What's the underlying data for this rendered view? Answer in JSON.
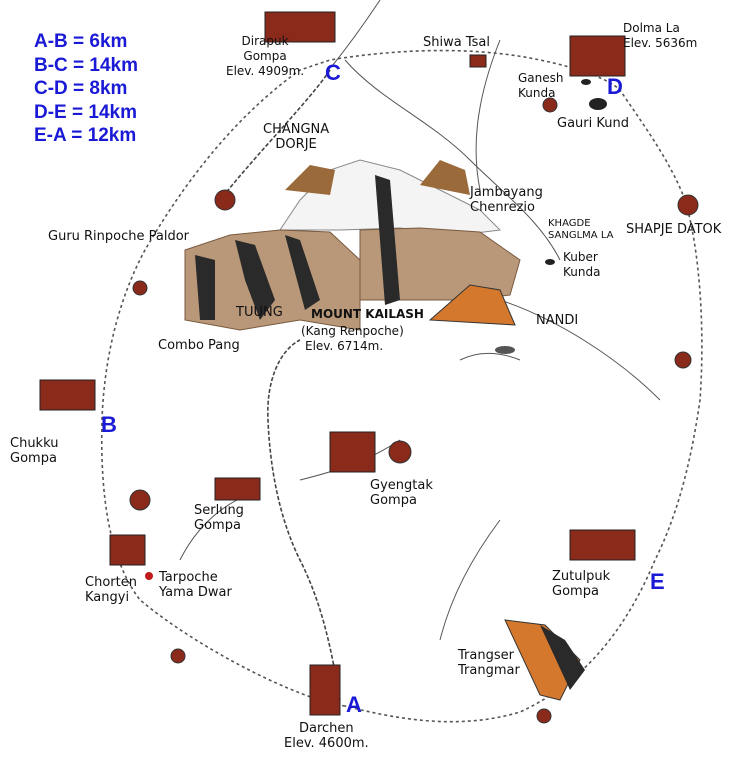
{
  "colors": {
    "accent": "#1a1ad6",
    "trail": "#555555",
    "road": "#444444",
    "mountain_dark": "#2a2a2a",
    "mountain_tan": "#b89878",
    "mountain_orange": "#d4782e",
    "monastery": "#8a2a1a"
  },
  "legend": [
    {
      "label": "A-B = 6km"
    },
    {
      "label": "B-C = 14km"
    },
    {
      "label": "C-D = 8km"
    },
    {
      "label": "D-E = 14km"
    },
    {
      "label": "E-A = 12km"
    }
  ],
  "points": {
    "a": "A",
    "b": "B",
    "c": "C",
    "d": "D",
    "e": "E"
  },
  "places": {
    "dirapuk": "Dirapuk\nGompa\nElev. 4909m.",
    "shiwa_tsal": "Shiwa Tsal",
    "dolma_la": "Dolma La\nElev. 5636m",
    "ganesh_kunda": "Ganesh\nKunda",
    "gauri_kund": "Gauri Kund",
    "changna_dorje": "CHANGNA\nDORJE",
    "jambayang": "Jambayang\nChenrezio",
    "guru_rinpoche": "Guru Rinpoche Paldor",
    "shapje_datok": "SHAPJE DATOK",
    "khagde": "KHAGDE\nSANGLMA LA",
    "kuber_kunda": "Kuber\nKunda",
    "tuung": "TUUNG",
    "mount_kailash_name": "MOUNT KAILASH",
    "mount_kailash_alt": "(Kang Renpoche)",
    "mount_kailash_elev": "Elev. 6714m.",
    "nandi": "NANDI",
    "combo_pang": "Combo Pang",
    "chukku": "Chukku\nGompa",
    "serlung": "Serlung\nGompa",
    "gyengtak": "Gyengtak\nGompa",
    "chorten": "Chorten\nKangyi",
    "tarpoche": "Tarpoche\nYama Dwar",
    "zutulpuk": "Zutulpuk\nGompa",
    "trangser": "Trangser\nTrangmar",
    "darchen": "Darchen\nElev. 4600m."
  }
}
